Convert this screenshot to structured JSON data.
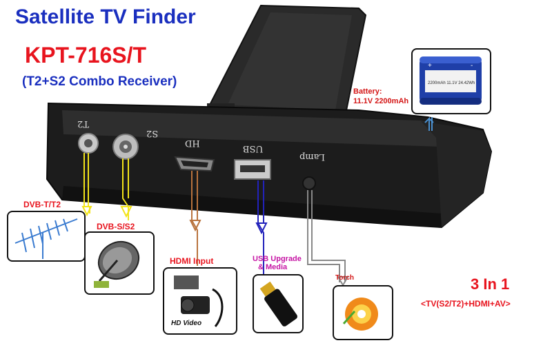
{
  "header": {
    "title": "Satellite TV Finder",
    "model": "KPT-716S/T",
    "subtitle": "(T2+S2 Combo Receiver)"
  },
  "battery": {
    "label_line1": "Battery:",
    "label_line2": "11.1V 2200mAh",
    "cell_text": "2200mAh 11.1V 24.42Wh"
  },
  "ports": {
    "t2": "T2",
    "s2": "S2",
    "hd": "HD",
    "usb": "USB",
    "lamp": "Lamp"
  },
  "callouts": {
    "dvb_t": "DVB-T/T2",
    "dvb_s": "DVB-S/S2",
    "hdmi": "HDMI Input",
    "usb_line1": "USB Upgrade",
    "usb_line2": "& Media",
    "torch": "Torch",
    "hd_video": "HD Video"
  },
  "footer": {
    "three_in_one": "3 In 1",
    "modes": "<TV(S2/T2)+HDMI+AV>"
  },
  "colors": {
    "title_blue": "#1a2fbf",
    "accent_red": "#e8141e",
    "usb_magenta": "#c614a4",
    "device_black": "#1c1c1c"
  }
}
